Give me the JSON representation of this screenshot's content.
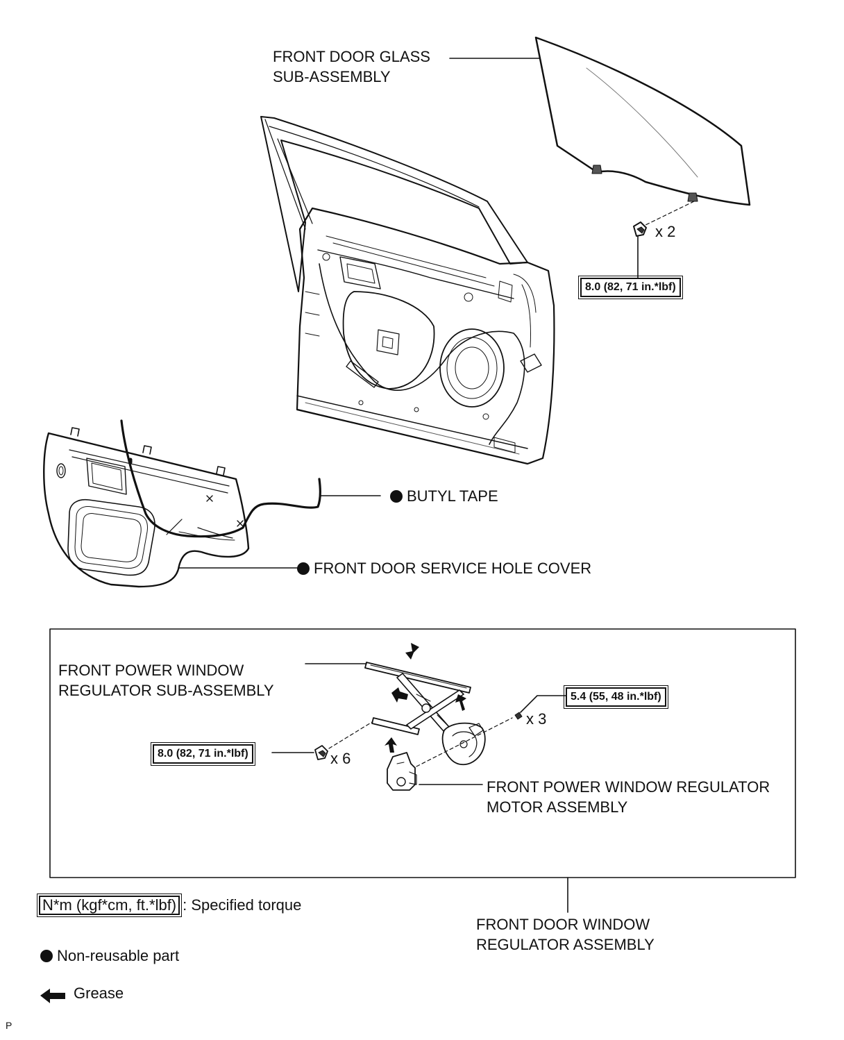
{
  "labels": {
    "glass": [
      "FRONT DOOR GLASS",
      "SUB-ASSEMBLY"
    ],
    "butyl_tape": "BUTYL TAPE",
    "hole_cover": "FRONT DOOR SERVICE HOLE COVER",
    "regulator_sub": [
      "FRONT POWER WINDOW",
      "REGULATOR SUB-ASSEMBLY"
    ],
    "motor": [
      "FRONT POWER WINDOW REGULATOR",
      "MOTOR ASSEMBLY"
    ],
    "window_regulator": [
      "FRONT DOOR WINDOW",
      "REGULATOR ASSEMBLY"
    ]
  },
  "torques": {
    "glass_bolts": "8.0 (82, 71 in.*lbf)",
    "motor_screws": "5.4 (55, 48 in.*lbf)",
    "regulator_bolts": "8.0 (82, 71 in.*lbf)"
  },
  "quantities": {
    "glass_bolts": "x 2",
    "motor_screws": "x 3",
    "regulator_bolts": "x 6"
  },
  "legend": {
    "torque_unit": "N*m (kgf*cm, ft.*lbf)",
    "torque_text": ": Specified torque",
    "non_reusable": "Non-reusable part",
    "grease": "Grease"
  },
  "corner_mark": "P",
  "icons": {
    "non_reusable": "filled-circle-icon",
    "grease": "grease-arrow-icon"
  }
}
